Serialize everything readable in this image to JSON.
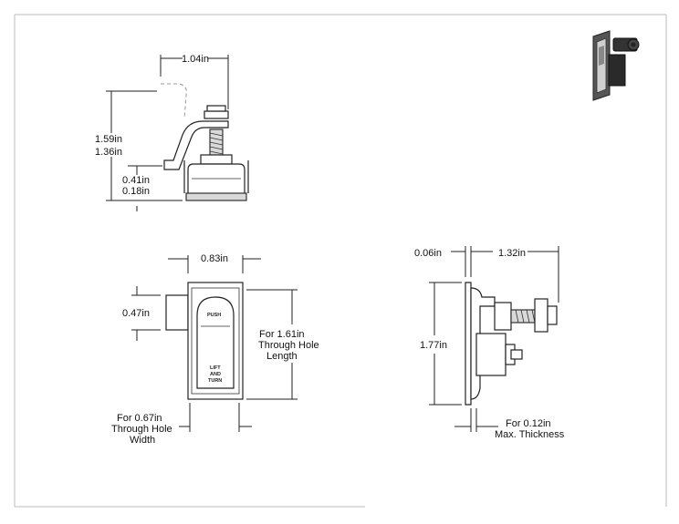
{
  "top_view": {
    "width": "1.04in",
    "height_total": "1.59in",
    "height_alt": "1.36in",
    "height_base": "0.41in",
    "height_flange": "0.18in"
  },
  "front_view": {
    "width": "0.83in",
    "cam_height": "0.47in",
    "hole_length": "For 1.61in",
    "hole_length_2": "Through Hole",
    "hole_length_3": "Length",
    "hole_width": "For 0.67in",
    "hole_width_2": "Through Hole",
    "hole_width_3": "Width",
    "push_label": "PUSH",
    "lift_label_1": "LIFT",
    "lift_label_2": "AND",
    "lift_label_3": "TURN"
  },
  "side_view": {
    "flange": "0.06in",
    "depth": "1.32in",
    "height": "1.77in",
    "thickness": "For 0.12in",
    "thickness_2": "Max. Thickness"
  },
  "colors": {
    "line": "#222222",
    "frame": "#bbbbbb",
    "fill_grey": "#d9d9d9"
  }
}
